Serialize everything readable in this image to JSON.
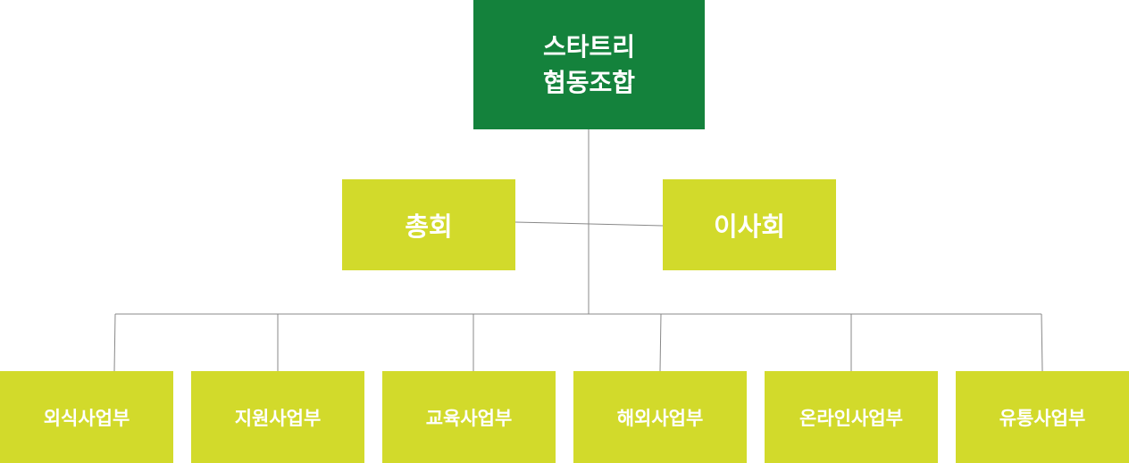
{
  "colors": {
    "root_bg": "#14823c",
    "node_bg": "#d2da2b",
    "line": "#888888",
    "text": "#ffffff"
  },
  "root": {
    "line1": "스타트리",
    "line2": "협동조합"
  },
  "assembly": {
    "label": "총회"
  },
  "board": {
    "label": "이사회"
  },
  "departments": [
    {
      "label": "외식사업부"
    },
    {
      "label": "지원사업부"
    },
    {
      "label": "교육사업부"
    },
    {
      "label": "해외사업부"
    },
    {
      "label": "온라인사업부"
    },
    {
      "label": "유통사업부"
    }
  ]
}
